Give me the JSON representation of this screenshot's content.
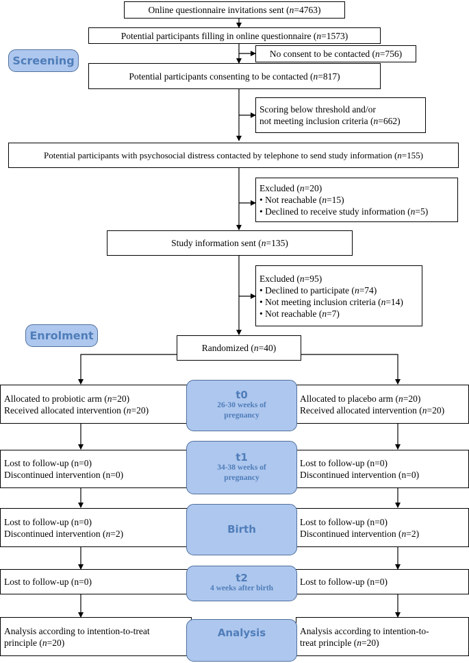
{
  "screening": {
    "invitations": "Online questionnaire invitations sent (n=4763)",
    "filling": "Potential participants filling in online questionnaire (n=1573)",
    "no_consent": "No consent to be contacted (n=756)",
    "consenting": "Potential participants consenting to be contacted (n=817)",
    "below_threshold": [
      "Scoring below threshold and/or",
      "not meeting inclusion criteria (n=662)"
    ],
    "contacted": "Potential participants with psychosocial distress contacted by telephone to send study information (n=155)",
    "excluded1": {
      "title": "Excluded (n=20)",
      "items": [
        "Not reachable (n=15)",
        "Declined to receive study information (n=5)"
      ]
    },
    "info_sent": "Study information sent (n=135)",
    "excluded2": {
      "title": "Excluded (n=95)",
      "items": [
        "Declined to participate (n=74)",
        "Not meeting inclusion criteria (n=14)",
        "Not reachable (n=7)"
      ]
    }
  },
  "randomized": "Randomized (n=40)",
  "stage_tags": {
    "screening": "Screening",
    "enrolment": "Enrolment"
  },
  "timepoints": {
    "t0": {
      "title": "t0",
      "subtitle": "26-30 weeks of pregnancy"
    },
    "t1": {
      "title": "t1",
      "subtitle": "34-38 weeks of pregnancy"
    },
    "birth": {
      "title": "Birth"
    },
    "t2": {
      "title": "t2",
      "subtitle": "4 weeks after birth"
    },
    "analysis": {
      "title": "Analysis"
    }
  },
  "probiotic": {
    "allocated": [
      "Allocated to probiotic arm (n=20)",
      "Received allocated intervention (n=20)"
    ],
    "t1": [
      "Lost to follow-up (n=0)",
      "Discontinued intervention (n=0)"
    ],
    "birth": [
      "Lost to follow-up (n=0)",
      "Discontinued intervention (n=2)"
    ],
    "t2": [
      "Lost to follow-up (n=0)"
    ],
    "analysis": [
      "Analysis according to intention-to-treat",
      "principle (n=20)"
    ]
  },
  "placebo": {
    "allocated": [
      "Allocated to placebo arm (n=20)",
      "Received allocated intervention (n=20)"
    ],
    "t1": [
      "Lost to follow-up (n=0)",
      "Discontinued intervention (n=0)"
    ],
    "birth": [
      "Lost to follow-up (n=0)",
      "Discontinued intervention (n=2)"
    ],
    "t2": [
      "Lost to follow-up (n=0)"
    ],
    "analysis": [
      "Analysis according to intention-to-",
      "treat principle (n=20)"
    ]
  }
}
